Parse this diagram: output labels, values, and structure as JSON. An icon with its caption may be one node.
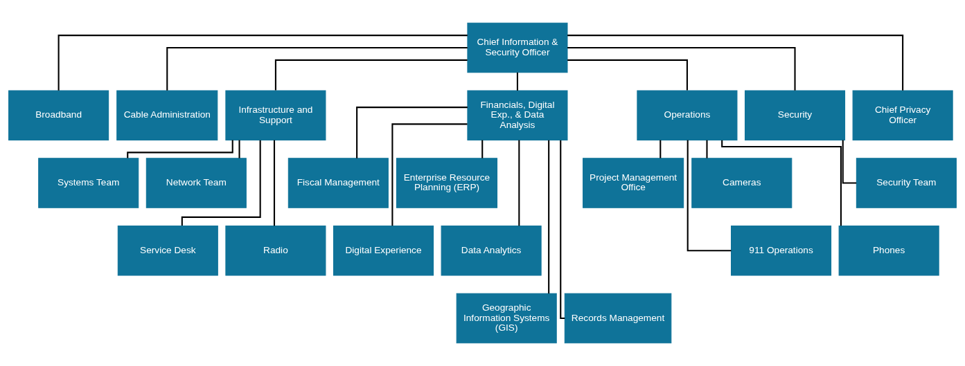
{
  "diagram": {
    "nodes": [
      {
        "text": [
          "Chief Information & Security Officer"
        ]
      },
      {
        "text": [
          "Broadband"
        ]
      },
      {
        "text": [
          "Cable Administration"
        ]
      },
      {
        "text": [
          "Infrastructure and Support"
        ]
      },
      {
        "text": [
          "Financials, Digital Exp., & Data Analysis"
        ]
      },
      {
        "text": [
          "Operations"
        ]
      },
      {
        "text": [
          "Security"
        ]
      },
      {
        "text": [
          "Chief Privacy Officer"
        ]
      },
      {
        "text": [
          "Systems Team"
        ]
      },
      {
        "text": [
          "Network Team"
        ]
      },
      {
        "text": [
          "Service Desk"
        ]
      },
      {
        "text": [
          "Radio"
        ]
      },
      {
        "text": [
          "Fiscal Management"
        ]
      },
      {
        "text": [
          "Enterprise Resource Planning (ERP)"
        ]
      },
      {
        "text": [
          "Digital Experience"
        ]
      },
      {
        "text": [
          "Data Analytics"
        ]
      },
      {
        "text": [
          "Geographic Information Systems (GIS)"
        ]
      },
      {
        "text": [
          "Records Management"
        ]
      },
      {
        "text": [
          "Project Management Office"
        ]
      },
      {
        "text": [
          "Cameras"
        ]
      },
      {
        "text": [
          "911 Operations"
        ]
      },
      {
        "text": [
          "Phones"
        ]
      },
      {
        "text": [
          "Security Team"
        ]
      }
    ],
    "edges": [
      {
        "from": 0,
        "to": 1,
        "arrow": "none"
      },
      {
        "from": 0,
        "to": 2,
        "arrow": "none"
      },
      {
        "from": 0,
        "to": 3,
        "arrow": "none"
      },
      {
        "from": 0,
        "to": 4,
        "arrow": "none"
      },
      {
        "from": 0,
        "to": 5,
        "arrow": "none"
      },
      {
        "from": 0,
        "to": 6,
        "arrow": "none"
      },
      {
        "from": 0,
        "to": 7,
        "arrow": "none"
      },
      {
        "from": 3,
        "to": 8,
        "arrow": "none"
      },
      {
        "from": 3,
        "to": 9,
        "arrow": "none"
      },
      {
        "from": 3,
        "to": 10,
        "arrow": "none"
      },
      {
        "from": 3,
        "to": 11,
        "arrow": "none"
      },
      {
        "from": 4,
        "to": 12,
        "arrow": "none"
      },
      {
        "from": 4,
        "to": 13,
        "arrow": "none"
      },
      {
        "from": 4,
        "to": 14,
        "arrow": "none"
      },
      {
        "from": 4,
        "to": 15,
        "arrow": "none"
      },
      {
        "from": 4,
        "to": 16,
        "arrow": "none"
      },
      {
        "from": 4,
        "to": 17,
        "arrow": "none"
      },
      {
        "from": 5,
        "to": 18,
        "arrow": "none"
      },
      {
        "from": 5,
        "to": 19,
        "arrow": "none"
      },
      {
        "from": 5,
        "to": 20,
        "arrow": "none"
      },
      {
        "from": 5,
        "to": 21,
        "arrow": "none"
      },
      {
        "from": 6,
        "to": 22,
        "arrow": "none"
      }
    ]
  }
}
